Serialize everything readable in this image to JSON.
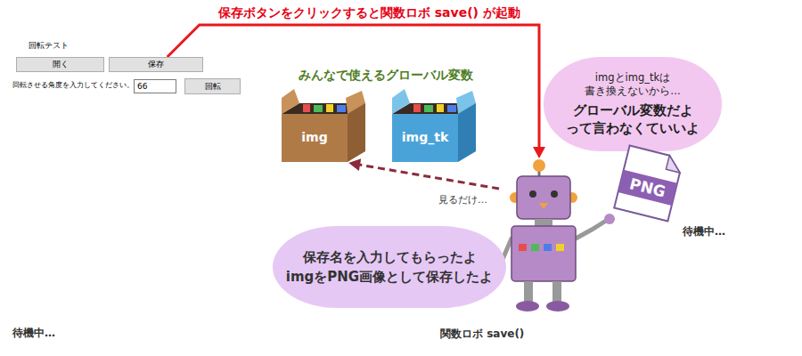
{
  "diagram": {
    "nodes": [
      {
        "text": [
          "回転テスト"
        ]
      },
      {
        "text": [
          "開く"
        ],
        "in": 0
      },
      {
        "text": [
          "保存"
        ],
        "in": 0
      },
      {
        "text": [
          "66"
        ],
        "in": 0
      },
      {
        "text": [
          "回転"
        ],
        "in": 0
      },
      {
        "text": [
          "みんなで使えるグローバル変数"
        ]
      },
      {
        "text": [
          "img"
        ],
        "in": 5
      },
      {
        "text": [
          "img_tk"
        ],
        "in": 5
      },
      {
        "text": [
          "imgとimg_tkは 書き換えないから…",
          "グローバル変数だよ って言わなくていいよ"
        ]
      },
      {
        "text": [
          "PNG"
        ]
      },
      {
        "text": [
          "関数ロボ save()"
        ]
      },
      {
        "text": [
          "保存名を入力してもらったよ imgをPNG画像として保存したよ"
        ]
      }
    ],
    "edges": [
      {
        "from": 2,
        "to": 10,
        "arrow": "to",
        "label": "保存ボタンをクリックすると関数ロボ save() が起動"
      },
      {
        "from": 10,
        "to": 6,
        "arrow": "to",
        "label": "見るだけ…"
      }
    ],
    "labels": [
      "回転させる角度を入力してください。",
      "待機中…",
      "待機中…"
    ]
  }
}
